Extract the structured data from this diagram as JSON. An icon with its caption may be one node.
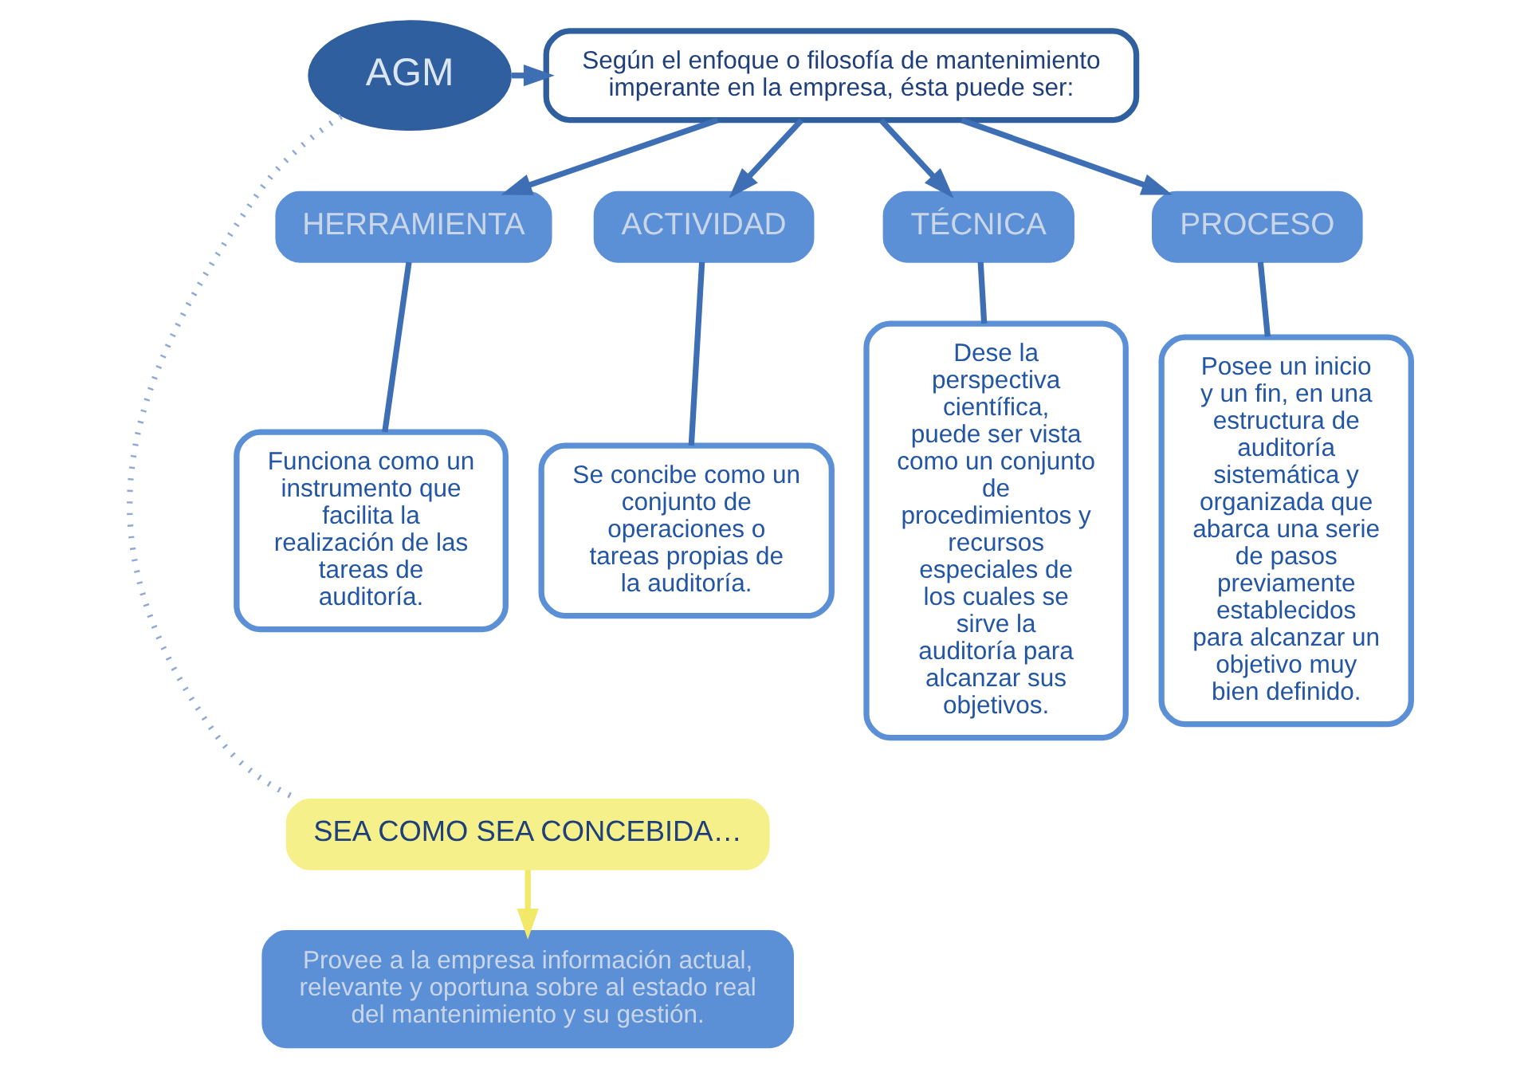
{
  "diagram": {
    "nodes": [
      {
        "text": [
          "AGM"
        ]
      },
      {
        "text": [
          "Según el enfoque o filosofía de mantenimiento imperante en la empresa, ésta puede ser:"
        ]
      },
      {
        "text": [
          "HERRAMIENTA"
        ]
      },
      {
        "text": [
          "ACTIVIDAD"
        ]
      },
      {
        "text": [
          "TÉCNICA"
        ]
      },
      {
        "text": [
          "PROCESO"
        ]
      },
      {
        "text": [
          "Funciona como un instrumento que facilita la realización de las tareas de auditoría."
        ]
      },
      {
        "text": [
          "Se concibe como un conjunto de operaciones o tareas propias de la auditoría."
        ]
      },
      {
        "text": [
          "Dese la perspectiva científica, puede ser vista como un conjunto de procedimientos y recursos especiales de los cuales se sirve la auditoría para alcanzar sus objetivos."
        ]
      },
      {
        "text": [
          "Posee un inicio y un fin, en una estructura de auditoría sistemática y organizada que abarca una serie de pasos previamente establecidos para alcanzar un objetivo muy bien definido."
        ]
      },
      {
        "text": [
          "SEA COMO SEA CONCEBIDA…"
        ]
      },
      {
        "text": [
          "Provee a la empresa información actual, relevante y oportuna sobre al estado real del mantenimiento y su gestión."
        ]
      }
    ],
    "edges": [
      {
        "from": 0,
        "to": 1,
        "arrow": "to"
      },
      {
        "from": 1,
        "to": 2,
        "arrow": "to"
      },
      {
        "from": 1,
        "to": 3,
        "arrow": "to"
      },
      {
        "from": 1,
        "to": 4,
        "arrow": "to"
      },
      {
        "from": 1,
        "to": 5,
        "arrow": "to"
      },
      {
        "from": 2,
        "to": 6,
        "arrow": "none"
      },
      {
        "from": 3,
        "to": 7,
        "arrow": "none"
      },
      {
        "from": 4,
        "to": 8,
        "arrow": "none"
      },
      {
        "from": 5,
        "to": 9,
        "arrow": "none"
      },
      {
        "from": 0,
        "to": 10,
        "arrow": "none",
        "style": "dashed"
      },
      {
        "from": 10,
        "to": 11,
        "arrow": "to",
        "color": "#f2e86a"
      }
    ]
  }
}
